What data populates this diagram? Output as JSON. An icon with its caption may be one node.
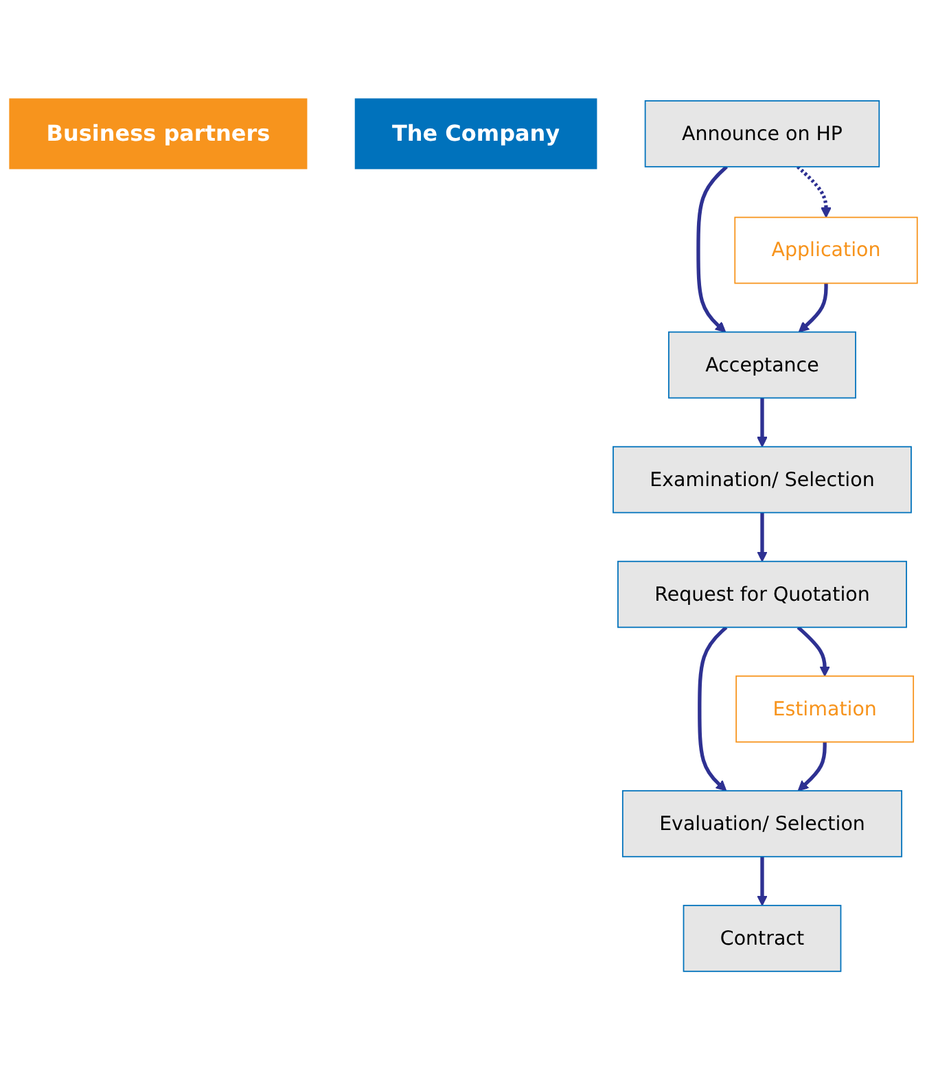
{
  "diagram": {
    "nodes": [
      {
        "text": [
          "Business partners"
        ]
      },
      {
        "text": [
          "The Company"
        ]
      },
      {
        "text": [
          "Application"
        ]
      },
      {
        "text": [
          "Announce on HP"
        ]
      },
      {
        "text": [
          "Acceptance"
        ]
      },
      {
        "text": [
          "Examination/ Selection"
        ]
      },
      {
        "text": [
          "Estimation"
        ]
      },
      {
        "text": [
          "Request for Quotation"
        ]
      },
      {
        "text": [
          "Evaluation/ Selection"
        ]
      },
      {
        "text": [
          "Contract"
        ]
      }
    ],
    "edges": [
      {
        "from": 3,
        "to": 2,
        "arrow": "to",
        "style": "dashed"
      },
      {
        "from": 3,
        "to": 4,
        "arrow": "to"
      },
      {
        "from": 2,
        "to": 4,
        "arrow": "to"
      },
      {
        "from": 4,
        "to": 5,
        "arrow": "to"
      },
      {
        "from": 5,
        "to": 7,
        "arrow": "to"
      },
      {
        "from": 7,
        "to": 6,
        "arrow": "to"
      },
      {
        "from": 7,
        "to": 8,
        "arrow": "to"
      },
      {
        "from": 6,
        "to": 8,
        "arrow": "to"
      },
      {
        "from": 8,
        "to": 9,
        "arrow": "to"
      }
    ]
  }
}
